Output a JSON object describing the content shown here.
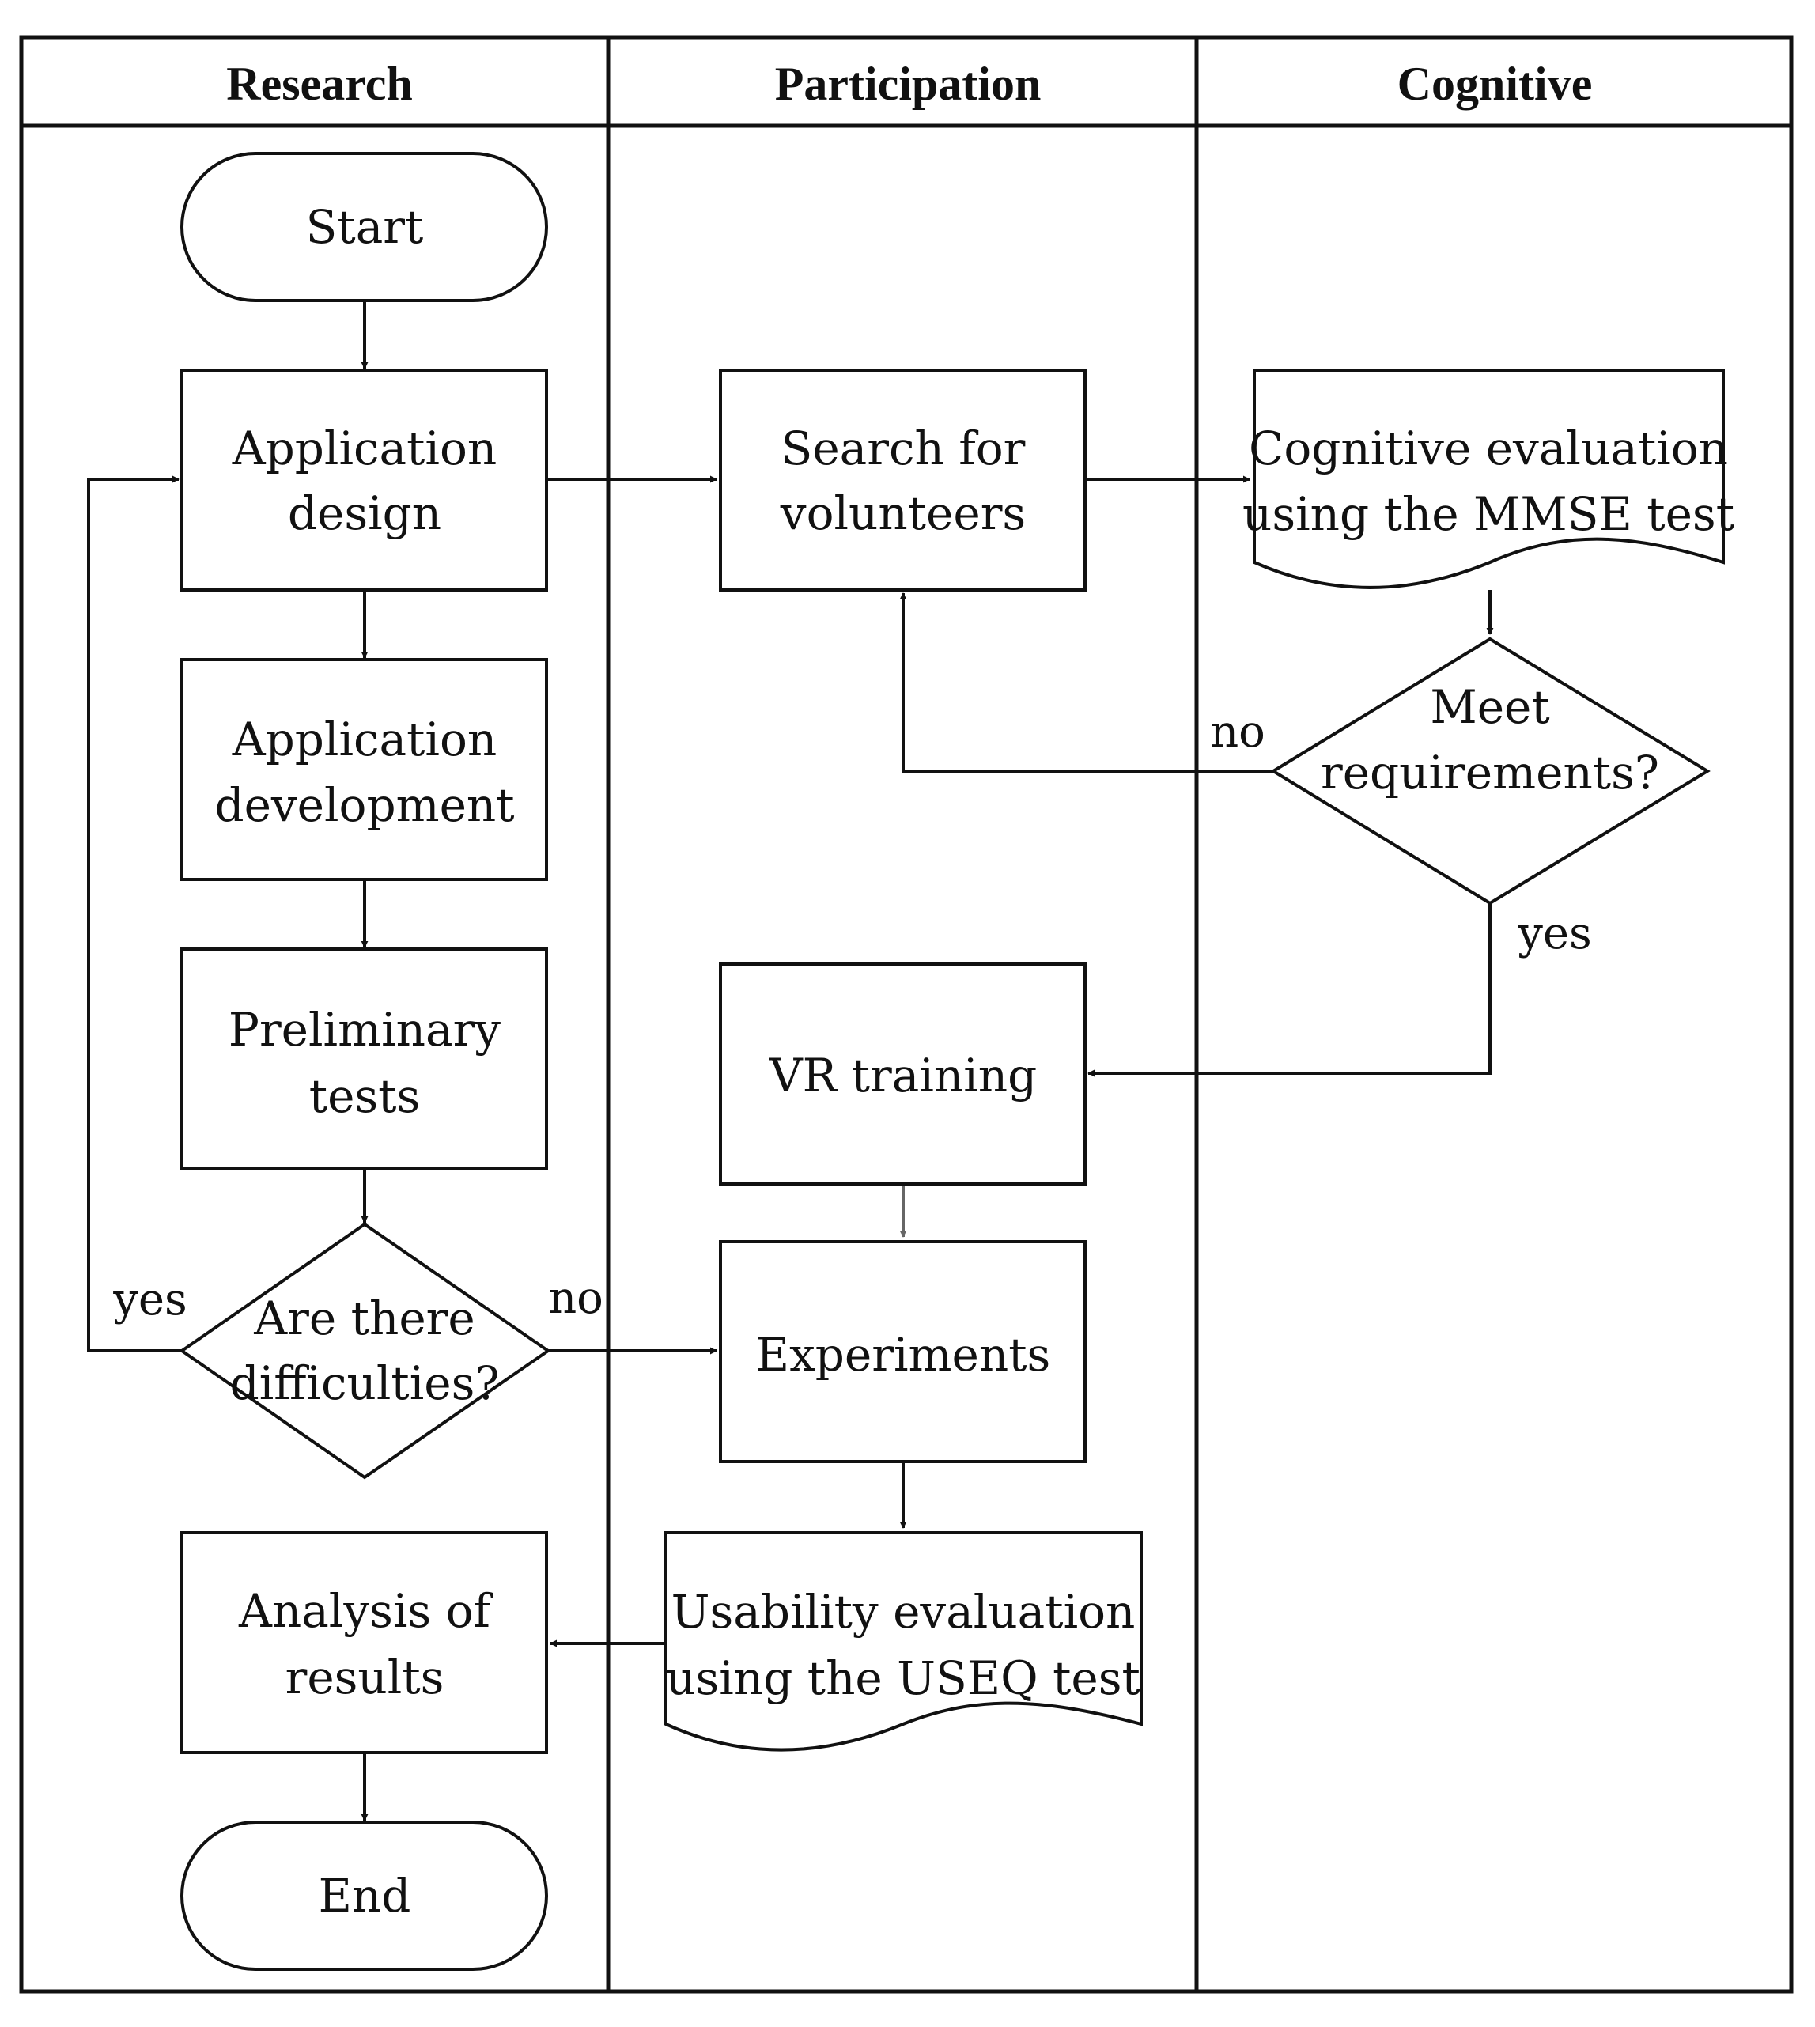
{
  "lanes": {
    "research": "Research",
    "participation": "Participation",
    "cognitive": "Cognitive"
  },
  "nodes": {
    "start": "Start",
    "app_design": [
      "Application",
      "design"
    ],
    "app_development": [
      "Application",
      "development"
    ],
    "preliminary_tests": [
      "Preliminary",
      "tests"
    ],
    "difficulties": [
      "Are there",
      "difficulties?"
    ],
    "analysis": [
      "Analysis of",
      "results"
    ],
    "end": "End",
    "search_volunteers": [
      "Search for",
      "volunteers"
    ],
    "vr_training": "VR training",
    "experiments": "Experiments",
    "usability_eval": [
      "Usability evaluation",
      "using the USEQ test"
    ],
    "cognitive_eval": [
      "Cognitive evaluation",
      "using the MMSE test"
    ],
    "meet_requirements": [
      "Meet",
      "requirements?"
    ]
  },
  "edge_labels": {
    "difficulties_yes": "yes",
    "difficulties_no": "no",
    "requirements_no": "no",
    "requirements_yes": "yes"
  }
}
